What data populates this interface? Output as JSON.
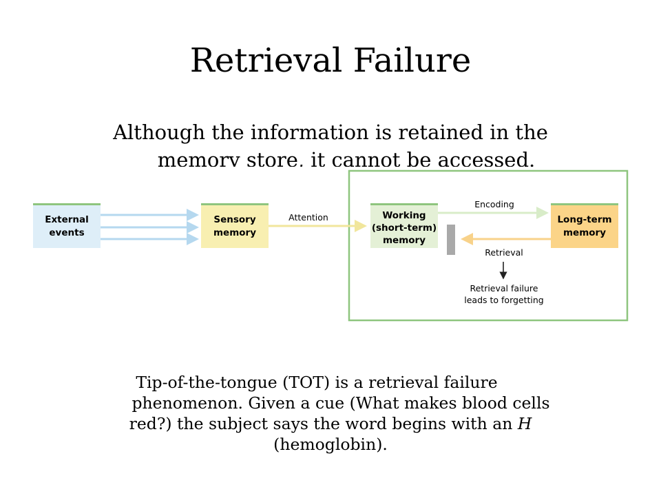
{
  "slide": {
    "title": "Retrieval Failure",
    "subtitle_lines": [
      "Although the information is retained in the",
      "memory store, it cannot be accessed."
    ],
    "body_lines": [
      "Tip-of-the-tongue (TOT) is a retrieval failure",
      "phenomenon. Given a cue (What makes blood cells",
      "red?) the subject says the word begins with an "
    ],
    "body_italic_letter": "H",
    "body_last_line": "(hemoglobin)."
  },
  "diagram": {
    "boxes": {
      "external": {
        "lines": [
          "External",
          "events"
        ]
      },
      "sensory": {
        "lines": [
          "Sensory",
          "memory"
        ]
      },
      "working": {
        "lines": [
          "Working",
          "(short-term)",
          "memory"
        ]
      },
      "longterm": {
        "lines": [
          "Long-term",
          "memory"
        ]
      }
    },
    "labels": {
      "attention": "Attention",
      "encoding": "Encoding",
      "retrieval": "Retrieval",
      "failure_lines": [
        "Retrieval failure",
        "leads to forgetting"
      ]
    },
    "colors": {
      "external_fill": "#deeef8",
      "sensory_fill": "#f8efb1",
      "working_fill": "#e4f0d6",
      "longterm_fill": "#fbd488",
      "box_top_bar": "#8ec57e",
      "frame": "#8ec57e",
      "input_arrow": "#b5d8ef",
      "attention_arrow": "#f1e69c",
      "encoding_arrow": "#d8ecc8",
      "retrieval_arrow": "#f8d28a",
      "barrier": "#a9a9a9"
    }
  }
}
